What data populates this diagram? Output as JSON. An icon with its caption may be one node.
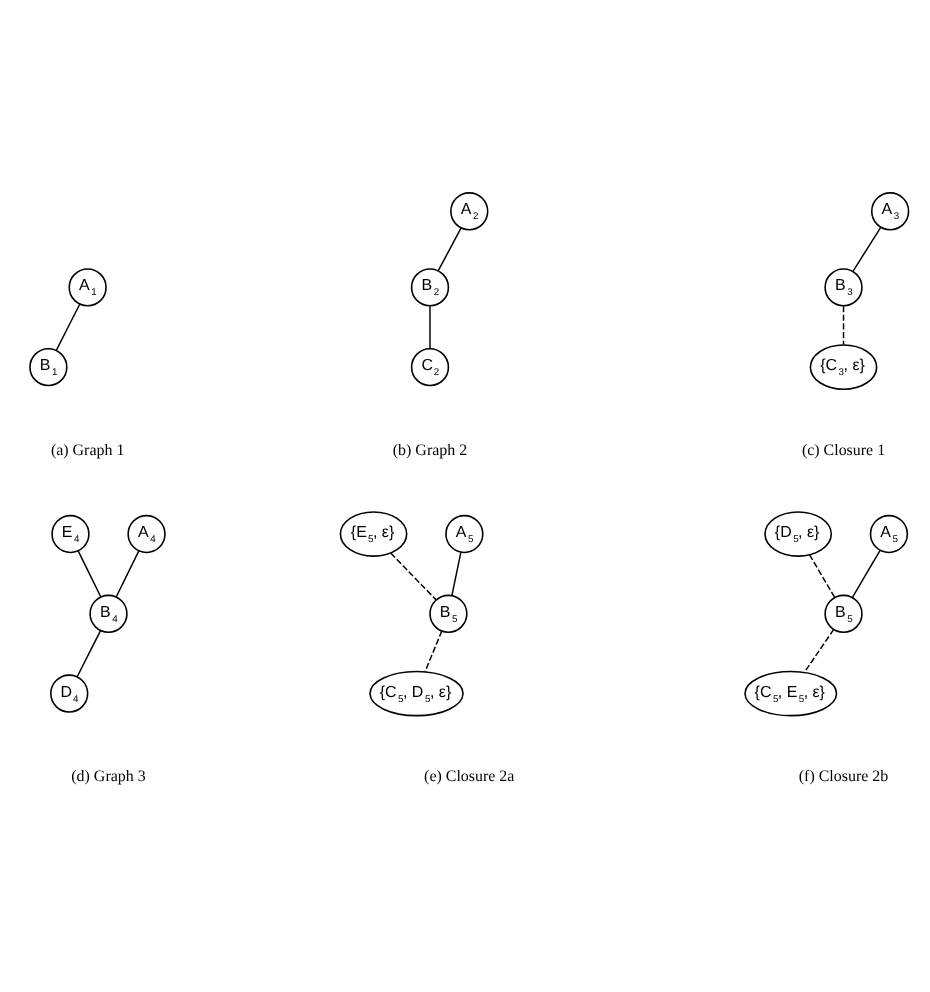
{
  "diagram": {
    "nodes": [
      {
        "text": [
          "A$_{1}$"
        ]
      },
      {
        "text": [
          "B$_{1}$"
        ]
      },
      {
        "text": [
          "A$_{2}$"
        ]
      },
      {
        "text": [
          "B$_{2}$"
        ]
      },
      {
        "text": [
          "C$_{2}$"
        ]
      },
      {
        "text": [
          "A$_{3}$"
        ]
      },
      {
        "text": [
          "B$_{3}$"
        ]
      },
      {
        "text": [
          "{C$_{3}$, ε}"
        ]
      },
      {
        "text": [
          "E$_{4}$"
        ]
      },
      {
        "text": [
          "A$_{4}$"
        ]
      },
      {
        "text": [
          "B$_{4}$"
        ]
      },
      {
        "text": [
          "D$_{4}$"
        ]
      },
      {
        "text": [
          "{E$_{5}$, ε}"
        ]
      },
      {
        "text": [
          "A$_{5}$"
        ]
      },
      {
        "text": [
          "B$_{5}$"
        ]
      },
      {
        "text": [
          "{C$_{5}$, D$_{5}$, ε}"
        ]
      },
      {
        "text": [
          "{D$_{5}$, ε}"
        ]
      },
      {
        "text": [
          "A$_{5}$"
        ]
      },
      {
        "text": [
          "B$_{5}$"
        ]
      },
      {
        "text": [
          "{C$_{5}$, E$_{5}$, ε}"
        ]
      }
    ],
    "edges": [
      {
        "from": 0,
        "to": 1,
        "arrow": "none"
      },
      {
        "from": 2,
        "to": 3,
        "arrow": "none"
      },
      {
        "from": 3,
        "to": 4,
        "arrow": "none"
      },
      {
        "from": 5,
        "to": 6,
        "arrow": "none"
      },
      {
        "from": 6,
        "to": 7,
        "arrow": "none",
        "style": "dashed"
      },
      {
        "from": 8,
        "to": 10,
        "arrow": "none"
      },
      {
        "from": 9,
        "to": 10,
        "arrow": "none"
      },
      {
        "from": 10,
        "to": 11,
        "arrow": "none"
      },
      {
        "from": 12,
        "to": 14,
        "arrow": "none",
        "style": "dashed"
      },
      {
        "from": 13,
        "to": 14,
        "arrow": "none"
      },
      {
        "from": 14,
        "to": 15,
        "arrow": "none",
        "style": "dashed"
      },
      {
        "from": 16,
        "to": 18,
        "arrow": "none",
        "style": "dashed"
      },
      {
        "from": 17,
        "to": 18,
        "arrow": "none"
      },
      {
        "from": 18,
        "to": 19,
        "arrow": "none",
        "style": "dashed"
      }
    ],
    "labels": [
      "(a) Graph 1",
      "(b) Graph 2",
      "(c) Closure 1",
      "(d) Graph 3",
      "(e) Closure 2a",
      "(f) Closure 2b"
    ]
  }
}
